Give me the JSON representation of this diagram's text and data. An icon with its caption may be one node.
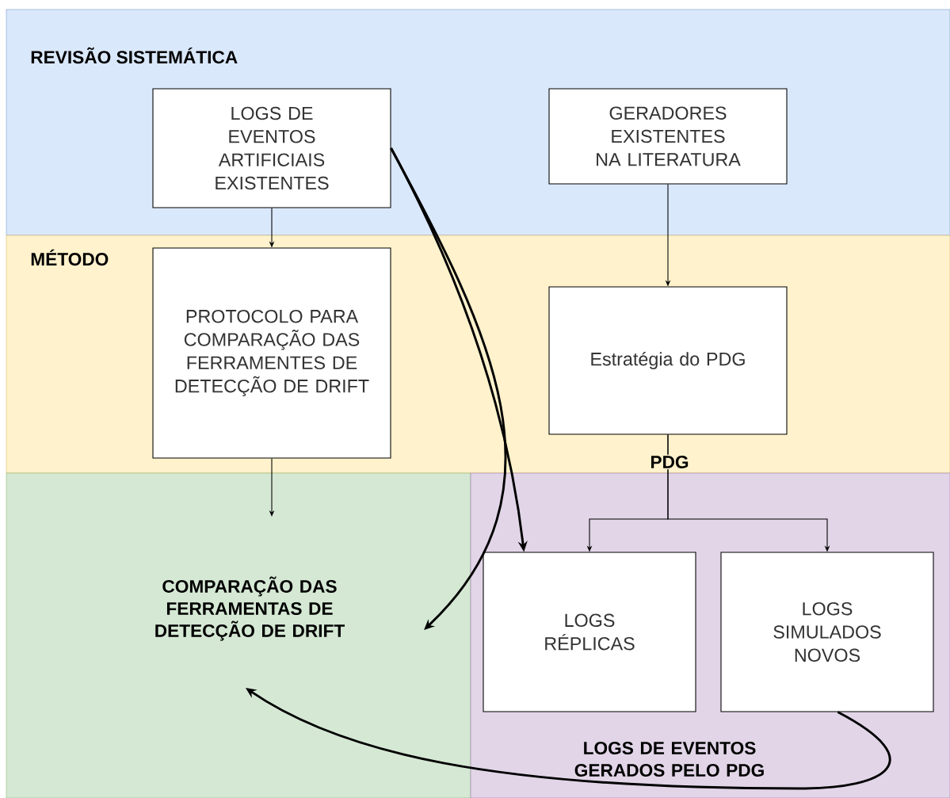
{
  "diagram": {
    "nodes": [
      {
        "text": [
          "REVISÃO SISTEMÁTICA"
        ]
      },
      {
        "text": [
          "LOGS DE EVENTOS ARTIFICIAIS EXISTENTES"
        ],
        "in": 0
      },
      {
        "text": [
          "GERADORES EXISTENTES NA LITERATURA"
        ],
        "in": 0
      },
      {
        "text": [
          "MÉTODO"
        ]
      },
      {
        "text": [
          "PROTOCOLO PARA COMPARAÇÃO DAS FERRAMENTES DE DETECÇÃO DE DRIFT"
        ],
        "in": 3
      },
      {
        "text": [
          "Estratégia do PDG"
        ],
        "in": 3
      },
      {
        "text": [
          "COMPARAÇÃO DAS FERRAMENTAS DE DETECÇÃO DE DRIFT"
        ]
      },
      {
        "text": [
          "LOGS DE EVENTOS GERADOS PELO PDG"
        ]
      },
      {
        "text": [
          "LOGS RÉPLICAS"
        ],
        "in": 7
      },
      {
        "text": [
          "LOGS SIMULADOS NOVOS"
        ],
        "in": 7
      }
    ],
    "edges": [
      {
        "from": 1,
        "to": 4,
        "arrow": "to"
      },
      {
        "from": 2,
        "to": 5,
        "arrow": "to"
      },
      {
        "from": 4,
        "to": 6,
        "arrow": "to"
      },
      {
        "from": 5,
        "to": 8,
        "arrow": "to",
        "label": "PDG"
      },
      {
        "from": 5,
        "to": 9,
        "arrow": "to"
      },
      {
        "from": 1,
        "to": 8,
        "arrow": "to",
        "style": "thick"
      },
      {
        "from": 1,
        "to": 6,
        "arrow": "to",
        "style": "thick"
      },
      {
        "from": 9,
        "to": 6,
        "arrow": "to",
        "style": "thick"
      }
    ]
  }
}
